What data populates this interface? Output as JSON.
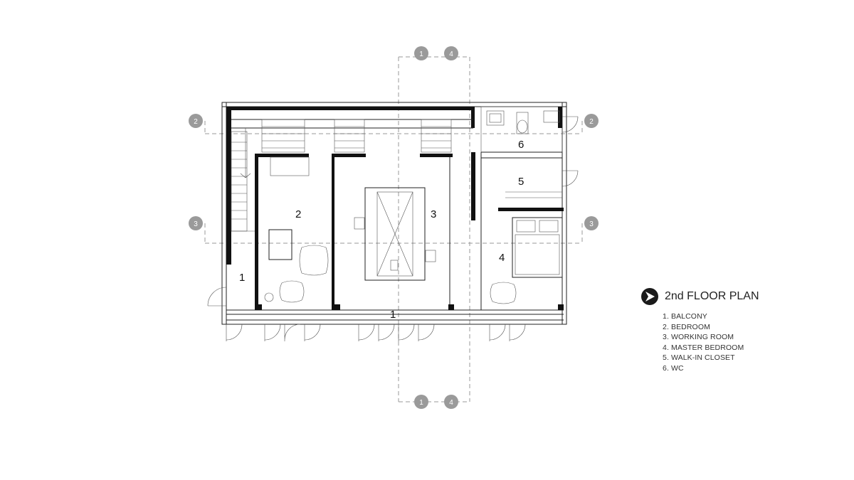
{
  "grid_labels": {
    "top_left": "1",
    "top_right": "4",
    "bottom_left": "1",
    "bottom_right": "4",
    "left_upper": "2",
    "right_upper": "2",
    "left_lower": "3",
    "right_lower": "3"
  },
  "room_numbers": {
    "balcony_side": "1",
    "balcony_front": "1",
    "bedroom": "2",
    "working_room": "3",
    "master_bedroom": "4",
    "walk_in_closet": "5",
    "wc": "6"
  },
  "legend": {
    "title": "2nd FLOOR PLAN",
    "items": [
      "1. BALCONY",
      "2. BEDROOM",
      "3. WORKING ROOM",
      "4. MASTER BEDROOM",
      "5. WALK-IN CLOSET",
      "6. WC"
    ]
  },
  "colors": {
    "wall": "#111111",
    "grid": "#9a9a9a",
    "background": "#ffffff"
  }
}
